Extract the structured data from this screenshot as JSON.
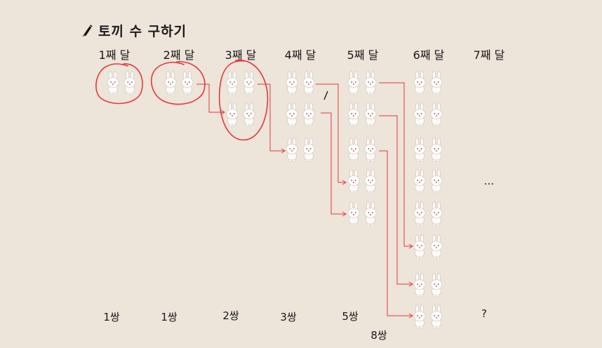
{
  "title": "토끼 수 구하기",
  "months": [
    "1째 달",
    "2째 달",
    "3째 달",
    "4째 달",
    "5째 달",
    "6째 달",
    "7째 달"
  ],
  "pair_counts": [
    "1쌍",
    "1쌍",
    "2쌍",
    "3쌍",
    "5쌍",
    "8쌍",
    "?"
  ],
  "continuation": "...",
  "colors": {
    "background": "#ede4da",
    "annotation_red": "#e23a3a",
    "text": "#1a1a1a"
  },
  "icons": {
    "title": "pencil-icon",
    "rabbit": "rabbit-icon"
  }
}
